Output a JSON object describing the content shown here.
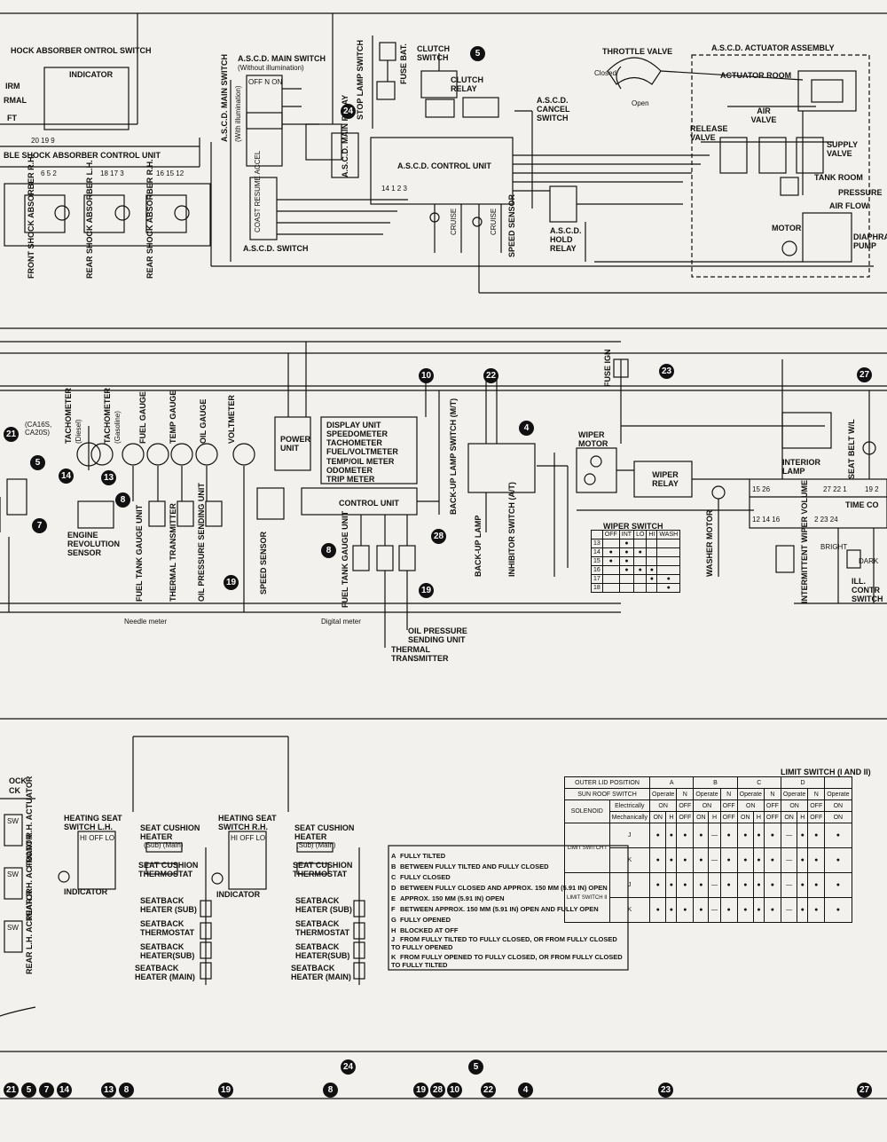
{
  "section1": {
    "shock_absorber_control_switch": "HOCK ABSORBER\nONTROL SWITCH",
    "indicator": "INDICATOR",
    "sw_firm": "IRM",
    "sw_normal": "RMAL",
    "sw_soft": "FT",
    "terminal_numbers": "20 19 9",
    "control_unit": "BLE SHOCK ABSORBER CONTROL UNIT",
    "front_shock_rh": "FRONT SHOCK ABSORBER R.H.",
    "rear_shock_lh": "REAR SHOCK ABSORBER L.H.",
    "rear_shock_rh": "REAR SHOCK ABSORBER R.H.",
    "shock_terminals_1": "6 5 2",
    "shock_terminals_2": "18 17 3",
    "shock_terminals_3": "16 15 12",
    "ascd_main_switch_top": "A.S.C.D. MAIN SWITCH",
    "without_illumination": "(Without illumination)",
    "ascd_main_switch_side": "A.S.C.D. MAIN SWITCH",
    "with_illumination": "(With illumination)",
    "off_on": "OFF N ON",
    "ascd_switch": "A.S.C.D. SWITCH",
    "coast_resume_accel": "COAST RESUME ACCEL",
    "stop_lamp_switch": "STOP LAMP SWITCH",
    "fuse_bat": "FUSE BAT.",
    "clutch_switch": "CLUTCH SWITCH",
    "clutch_relay": "CLUTCH RELAY",
    "ascd_main_relay": "A.S.C.D. MAIN RELAY",
    "ascd_cancel_switch": "A.S.C.D. CANCEL SWITCH",
    "ascd_control_unit": "A.S.C.D. CONTROL UNIT",
    "cu_terminals": "14  1  2  3",
    "cruise_1": "CRUISE",
    "cruise_2": "CRUISE",
    "speed_sensor": "SPEED SENSOR",
    "ascd_hold_relay": "A.S.C.D. HOLD RELAY",
    "throttle_valve": "THROTTLE VALVE",
    "closed": "Closed",
    "open": "Open",
    "actuator_assembly": "A.S.C.D. ACTUATOR ASSEMBLY",
    "actuator_room": "ACTUATOR ROOM",
    "air_valve": "AIR VALVE",
    "release_valve": "RELEASE VALVE",
    "supply_valve": "SUPPLY VALVE",
    "tank_room": "TANK ROOM",
    "pressure": "PRESSURE",
    "air_flow": "AIR FLOW",
    "motor": "MOTOR",
    "diaphragm_pump": "DIAPHRA PUMP"
  },
  "section2": {
    "ca_models": "(CA16S, CA20S)",
    "tachometer_diesel": "TACHOMETER",
    "diesel": "(Diesel)",
    "tachometer_gasoline": "TACHOMETER",
    "gasoline": "(Gasoline)",
    "fuel_gauge": "FUEL GAUGE",
    "temp_gauge": "TEMP GAUGE",
    "oil_gauge": "OIL GAUGE",
    "voltmeter": "VOLTMETER",
    "engine_revolution_sensor": "ENGINE REVOLUTION SENSOR",
    "fuel_tank_gauge_unit": "FUEL TANK GAUGE UNIT",
    "thermal_transmitter": "THERMAL TRANSMITTER",
    "oil_pressure_sending_unit": "OIL PRESSURE SENDING UNIT",
    "needle_meter": "Needle meter",
    "speed_sensor": "SPEED SENSOR",
    "power_unit": "POWER UNIT",
    "display_unit": "DISPLAY UNIT",
    "display_items": [
      "SPEEDOMETER",
      "TACHOMETER",
      "FUEL/VOLTMETER",
      "TEMP/OIL METER",
      "ODOMETER",
      "TRIP METER"
    ],
    "control_unit": "CONTROL UNIT",
    "fuel_tank_gauge_unit_2": "FUEL TANK GAUGE UNIT",
    "digital_meter": "Digital meter",
    "oil_pressure_callout": "OIL PRESSURE SENDING UNIT",
    "thermal_callout": "THERMAL TRANSMITTER",
    "back_up_lamp_switch": "BACK-UP LAMP SWITCH (M/T)",
    "back_up_lamp": "BACK-UP LAMP",
    "inhibitor_switch": "INHIBITOR SWITCH (A/T)",
    "fuse_ign": "FUSE IGN",
    "wiper_motor": "WIPER MOTOR",
    "wiper_relay": "WIPER RELAY",
    "washer_motor": "WASHER MOTOR",
    "wiper_switch": "WIPER SWITCH",
    "wiper_cols": [
      "OFF",
      "INT",
      "LO",
      "HI",
      "WASH"
    ],
    "wiper_rows": [
      "13",
      "14",
      "15",
      "16",
      "17",
      "18"
    ],
    "interior_lamp": "INTERIOR LAMP",
    "seat_belt": "SEAT BELT W/L",
    "time_control": "TIME CO",
    "tc_terminals_top": "15 26",
    "tc_terminals_top2": "27 22 1",
    "tc_terminals_top3": "19 2",
    "tc_terminals_bottom": "12 14 16",
    "tc_terminals_bottom2": "2   23   24",
    "intermittent_wiper": "INTERMITTENT WIPER VOLUME",
    "bright": "BRIGHT",
    "dark": "DARK",
    "ill_control": "ILL. CONTR SWITCH"
  },
  "section3": {
    "lock_label": "OCK",
    "ck": "CK",
    "front_rh_actuator": "FRONT R.H. ACTUATOR",
    "rear_rh_actuator": "REAR R.H. ACTUATOR",
    "rear_lh_actuator": "REAR L.H. ACTUATOR",
    "sw": "SW",
    "heating_seat_switch_lh": "HEATING SEAT SWITCH L.H.",
    "heating_seat_switch_rh": "HEATING SEAT SWITCH R.H.",
    "hi_off_lo": "HI OFF LO",
    "indicator": "INDICATOR",
    "seat_cushion_heater": "SEAT CUSHION HEATER",
    "sub_main": "(Sub)   (Main)",
    "seat_cushion_thermostat": "SEAT CUSHION THERMOSTAT",
    "seatback_heater_sub": "SEATBACK HEATER (Sub)",
    "seatback_thermostat": "SEATBACK THERMOSTAT",
    "seatback_heater_sub2": "SEATBACK HEATER(Sub)",
    "seatback_heater_main": "SEATBACK HEATER (Main)",
    "legend": [
      {
        "key": "A",
        "text": "FULLY TILTED"
      },
      {
        "key": "B",
        "text": "BETWEEN FULLY TILTED AND FULLY CLOSED"
      },
      {
        "key": "C",
        "text": "FULLY CLOSED"
      },
      {
        "key": "D",
        "text": "BETWEEN FULLY CLOSED AND APPROX. 150 mm (5.91 in) OPEN"
      },
      {
        "key": "E",
        "text": "APPROX. 150 mm (5.91 in) OPEN"
      },
      {
        "key": "F",
        "text": "BETWEEN APPROX. 150 mm (5.91 in) OPEN AND FULLY OPEN"
      },
      {
        "key": "G",
        "text": "FULLY OPENED"
      },
      {
        "key": "H",
        "text": "BLOCKED AT OFF"
      },
      {
        "key": "J",
        "text": "FROM FULLY TILTED TO FULLY CLOSED, OR FROM FULLY CLOSED TO FULLY OPENED"
      },
      {
        "key": "K",
        "text": "FROM FULLY OPENED TO FULLY CLOSED, OR FROM FULLY CLOSED TO FULLY TILTED"
      }
    ],
    "limit_switch_title": "LIMIT SWITCH (I and II)",
    "outer_lid_position": "OUTER LID POSITION",
    "sun_roof_switch": "SUN ROOF SWITCH",
    "solenoid": "SOLENOID",
    "electrically": "Electrically",
    "mechanically": "Mechanically",
    "positions": [
      "A",
      "B",
      "C",
      "D"
    ],
    "operate": "Operate",
    "n": "N",
    "on": "ON",
    "off": "OFF",
    "h": "H",
    "limit_switch_i": "LIMIT SWITCH I",
    "limit_switch_ii": "LIMIT SWITCH II",
    "row_j": "J",
    "row_k": "K"
  },
  "refs": {
    "r1": "24",
    "r2": "5",
    "bottom": [
      "21",
      "5",
      "7",
      "14",
      "13",
      "8",
      "19",
      "8",
      "19",
      "28",
      "10",
      "22",
      "4",
      "23",
      "27"
    ],
    "b24": "24",
    "b5": "5",
    "b10": "10",
    "b22": "22",
    "b23": "23",
    "b27": "27",
    "b21": "21",
    "b14": "14",
    "b13": "13",
    "b8": "8",
    "b7": "7",
    "b4": "4",
    "b28": "28",
    "b19": "19"
  }
}
